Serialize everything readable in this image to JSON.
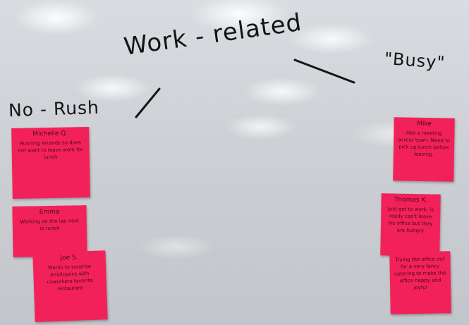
{
  "whiteboard": {
    "headings": {
      "work_related": "Work - related",
      "no_rush": "No - Rush",
      "busy": "\"Busy\""
    },
    "colors": {
      "board": "#d3d6da",
      "sticky_note": "#f3215a",
      "marker_ink": "#141414"
    }
  },
  "notes": [
    {
      "name": "Michelle Q.",
      "text": "Running errands so does not want to leave work for lunch"
    },
    {
      "name": "Emma",
      "text": "Working on the lap next to lunch"
    },
    {
      "name": "Joe S.",
      "text": "Wants to surprise employees with coworkers favorite restaurant"
    },
    {
      "name": "Mike",
      "text": "Has a meeting across town. Need to pick up lunch before leaving."
    },
    {
      "name": "Thomas K.",
      "text": "Just got to work, is ready can't leave his office but they are hungry"
    },
    {
      "name": "",
      "text": "Trying the office out for a very fancy catering to make the office happy and joyful"
    }
  ]
}
